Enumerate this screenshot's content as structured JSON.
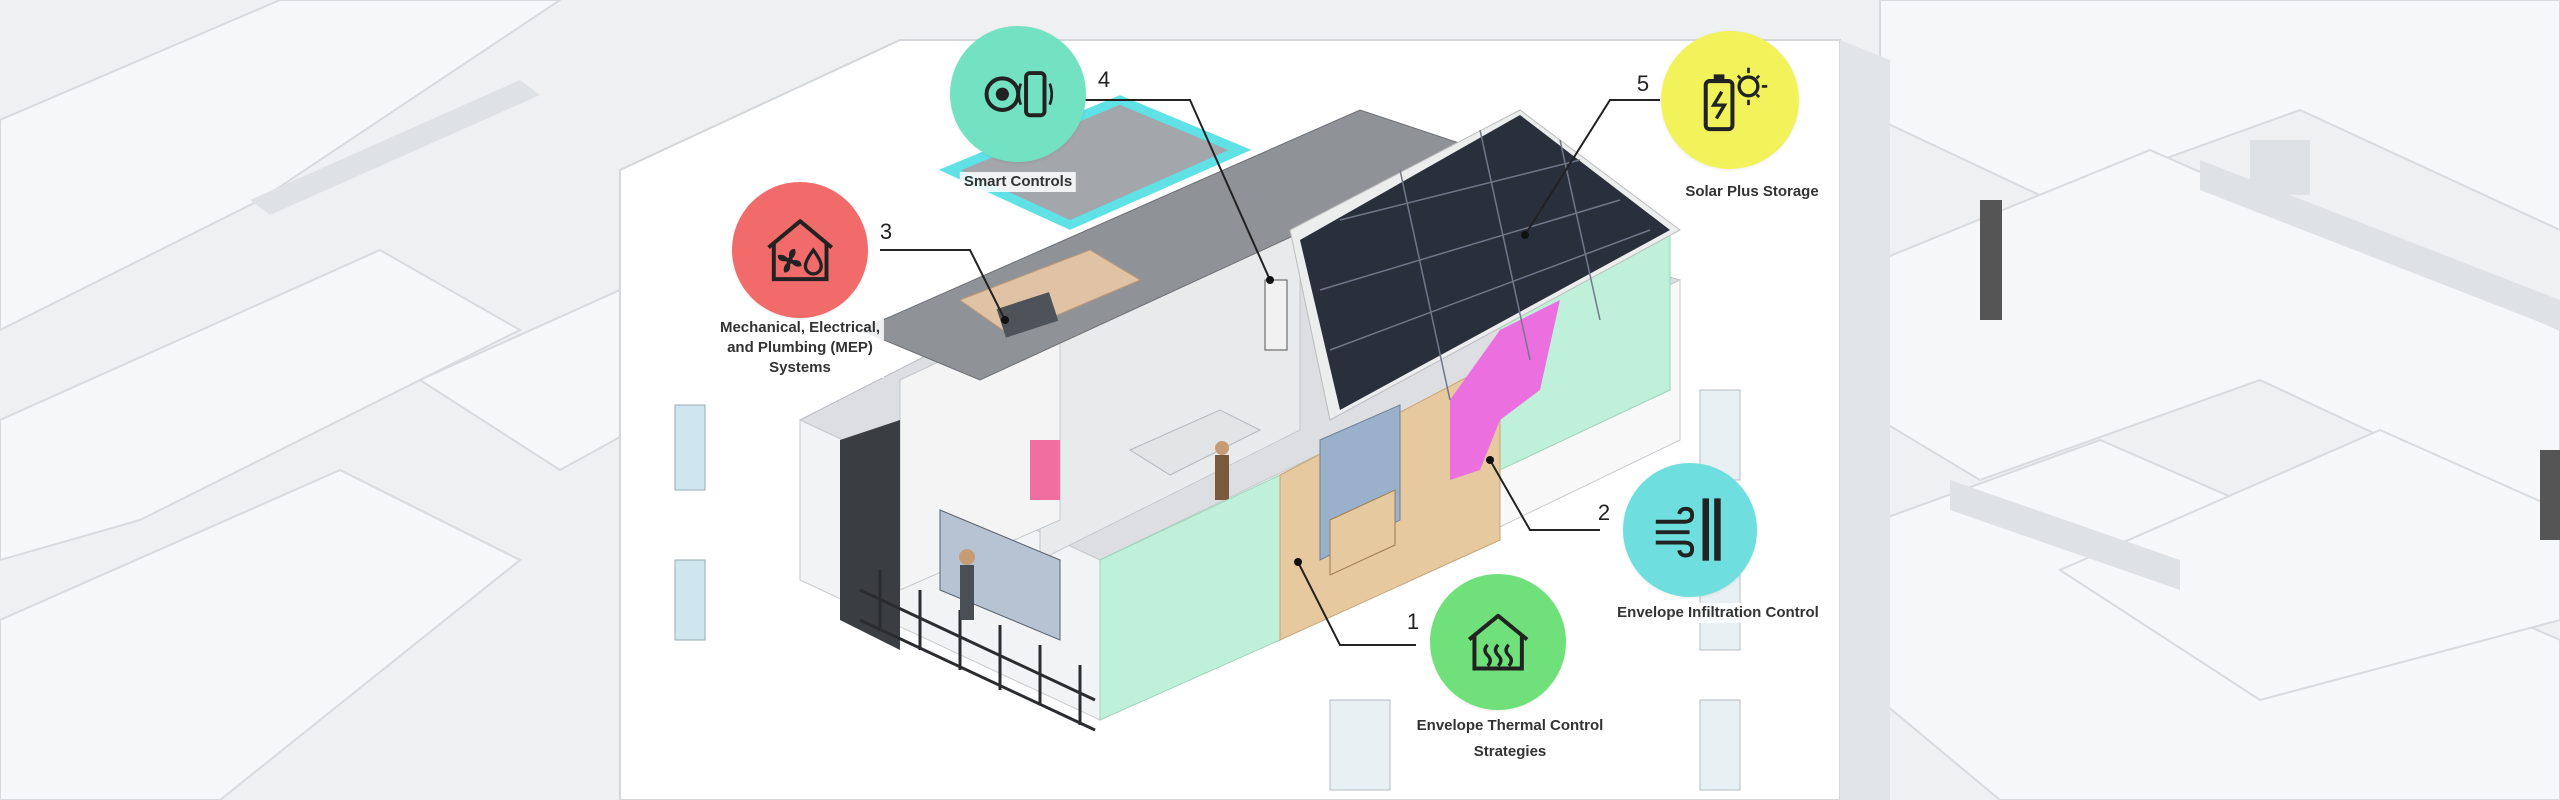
{
  "diagram": {
    "callouts": [
      {
        "id": "1",
        "number": "1",
        "label_lines": [
          "Envelope Thermal Control",
          "Strategies"
        ],
        "icon": "heating-waves-house-icon",
        "color": "#6fe07a"
      },
      {
        "id": "2",
        "number": "2",
        "label_lines": [
          "Envelope Infiltration Control"
        ],
        "icon": "wind-wall-icon",
        "color": "#6fdede"
      },
      {
        "id": "3",
        "number": "3",
        "label_lines": [
          "Mechanical, Electrical,",
          "and Plumbing (MEP)",
          "Systems"
        ],
        "icon": "fan-drop-house-icon",
        "color": "#f26b6b"
      },
      {
        "id": "4",
        "number": "4",
        "label_lines": [
          "Smart Controls"
        ],
        "icon": "thermostat-phone-icon",
        "color": "#72e2c2"
      },
      {
        "id": "5",
        "number": "5",
        "label_lines": [
          "Solar Plus Storage"
        ],
        "icon": "battery-sun-icon",
        "color": "#f2f25a"
      }
    ]
  },
  "colors": {
    "building": "#ffffff",
    "building_shade": "#e4e6e8",
    "insulation": "#bff0da",
    "wood": "#e6c99e",
    "membrane": "#ec6fe0",
    "solar": "#2a2f3c",
    "highlight": "#5fe1e6"
  }
}
